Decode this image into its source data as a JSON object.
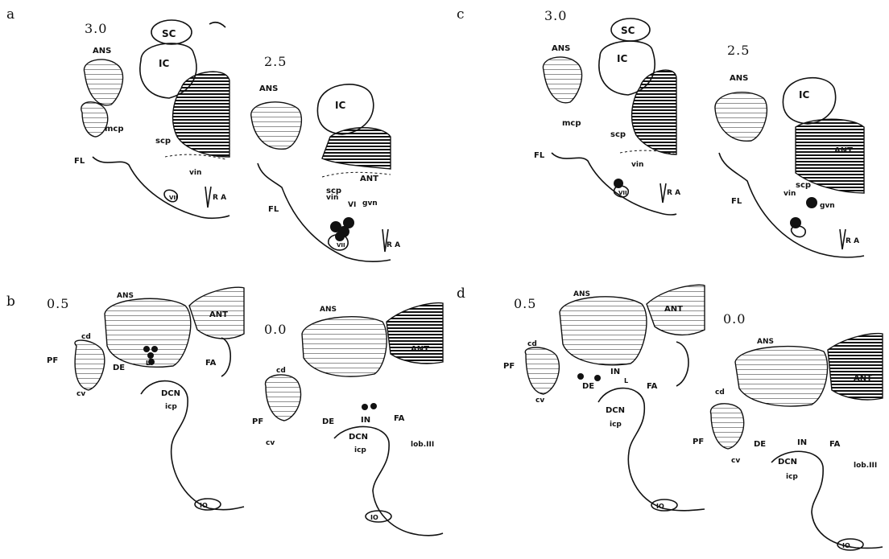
{
  "panels": [
    {
      "letter": "a",
      "levels": [
        "3.0",
        "2.5"
      ]
    },
    {
      "letter": "b",
      "levels": [
        "0.5",
        "0.0"
      ]
    },
    {
      "letter": "c",
      "levels": [
        "3.0",
        "2.5"
      ]
    },
    {
      "letter": "d",
      "levels": [
        "0.5",
        "0.0"
      ]
    }
  ],
  "labels": {
    "SC": "SC",
    "IC": "IC",
    "ANS": "ANS",
    "ANT": "ANT",
    "mcp": "mcp",
    "scp": "scp",
    "FL": "FL",
    "vin": "vin",
    "VII": "VII",
    "RA": "R A",
    "VI": "VI",
    "gvn": "gvn",
    "PF": "PF",
    "cd": "cd",
    "cv": "cv",
    "DE": "DE",
    "IN": "IN",
    "FA": "FA",
    "DCN": "DCN",
    "icp": "icp",
    "IO": "IO",
    "L": "L",
    "lobIII": "lob.III"
  }
}
